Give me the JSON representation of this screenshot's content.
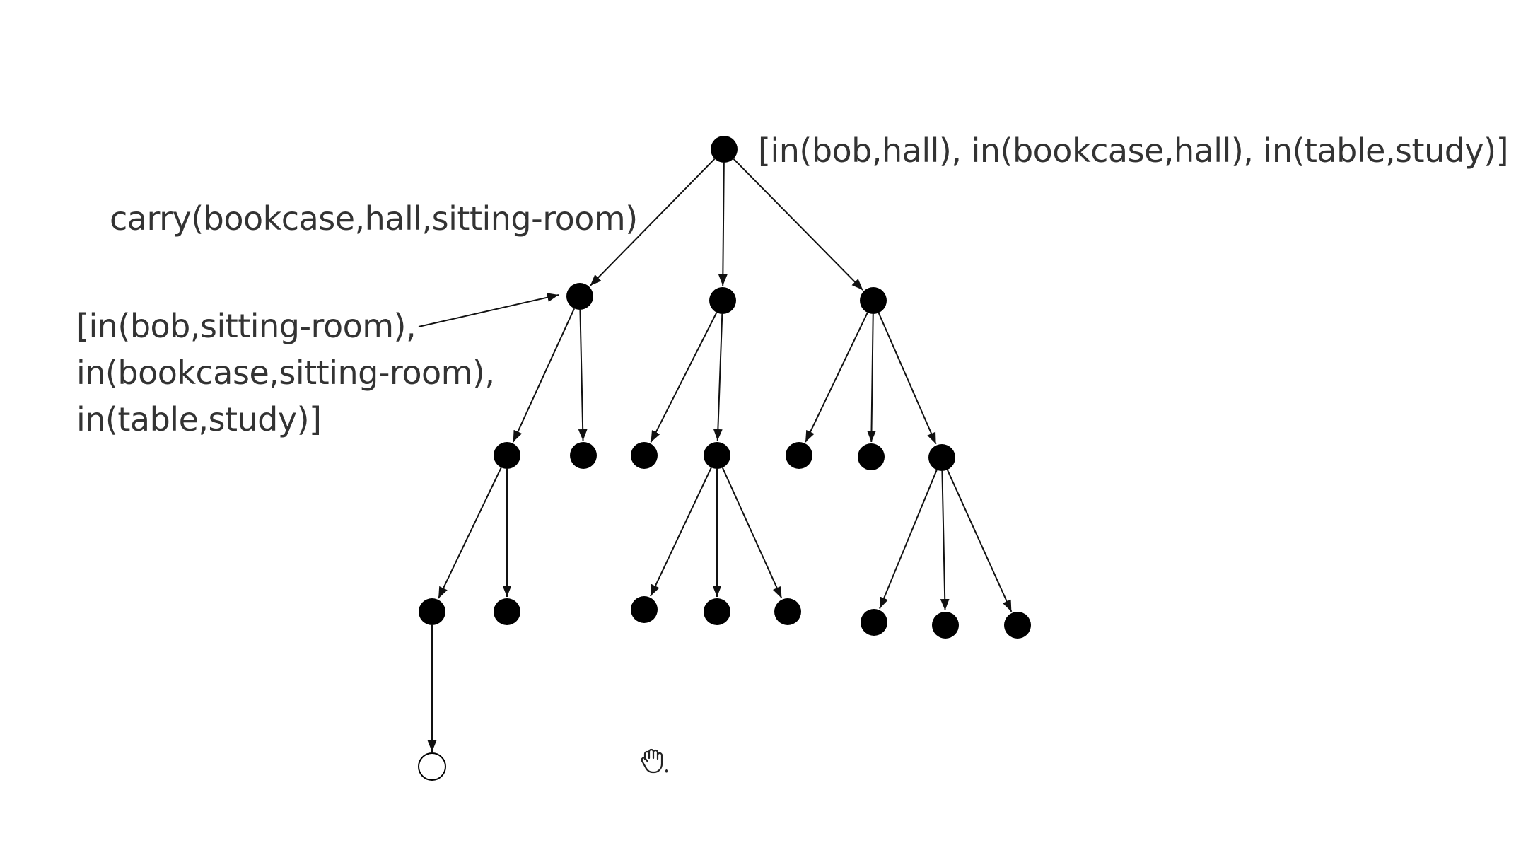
{
  "labels": {
    "root_state": "[in(bob,hall), in(bookcase,hall), in(table,study)]",
    "action": "carry(bookcase,hall,sitting-room)",
    "child_state": [
      "[in(bob,sitting-room),",
      "in(bookcase,sitting-room),",
      "in(table,study)]"
    ]
  },
  "tree": {
    "nodes": [
      {
        "id": "n0",
        "filled": true
      },
      {
        "id": "n1",
        "filled": true
      },
      {
        "id": "n2",
        "filled": true
      },
      {
        "id": "n3",
        "filled": true
      },
      {
        "id": "n4",
        "filled": true
      },
      {
        "id": "n5",
        "filled": true
      },
      {
        "id": "n6",
        "filled": true
      },
      {
        "id": "n7",
        "filled": true
      },
      {
        "id": "n8",
        "filled": true
      },
      {
        "id": "n9",
        "filled": true
      },
      {
        "id": "n10",
        "filled": true
      },
      {
        "id": "n11",
        "filled": true
      },
      {
        "id": "n12",
        "filled": true
      },
      {
        "id": "n13",
        "filled": true
      },
      {
        "id": "n14",
        "filled": true
      },
      {
        "id": "n15",
        "filled": true
      },
      {
        "id": "n16",
        "filled": true
      },
      {
        "id": "n17",
        "filled": true
      },
      {
        "id": "n18",
        "filled": true
      },
      {
        "id": "n19",
        "filled": true
      },
      {
        "id": "n20",
        "filled": false
      }
    ],
    "edges": [
      [
        "n0",
        "n1"
      ],
      [
        "n0",
        "n2"
      ],
      [
        "n0",
        "n3"
      ],
      [
        "n1",
        "n4"
      ],
      [
        "n1",
        "n5"
      ],
      [
        "n2",
        "n6"
      ],
      [
        "n2",
        "n7"
      ],
      [
        "n3",
        "n8"
      ],
      [
        "n3",
        "n9"
      ],
      [
        "n3",
        "n10"
      ],
      [
        "n4",
        "n11"
      ],
      [
        "n4",
        "n12"
      ],
      [
        "n7",
        "n13"
      ],
      [
        "n7",
        "n14"
      ],
      [
        "n7",
        "n15"
      ],
      [
        "n10",
        "n16"
      ],
      [
        "n10",
        "n17"
      ],
      [
        "n10",
        "n18"
      ],
      [
        "n11",
        "n20"
      ]
    ],
    "annotation_arrow": {
      "points_to": "n1"
    }
  },
  "colors": {
    "node_fill": "#000000",
    "edge": "#111111",
    "text": "#333333",
    "background": "#ffffff"
  },
  "icons": {
    "cursor": "hand-grab-icon"
  }
}
